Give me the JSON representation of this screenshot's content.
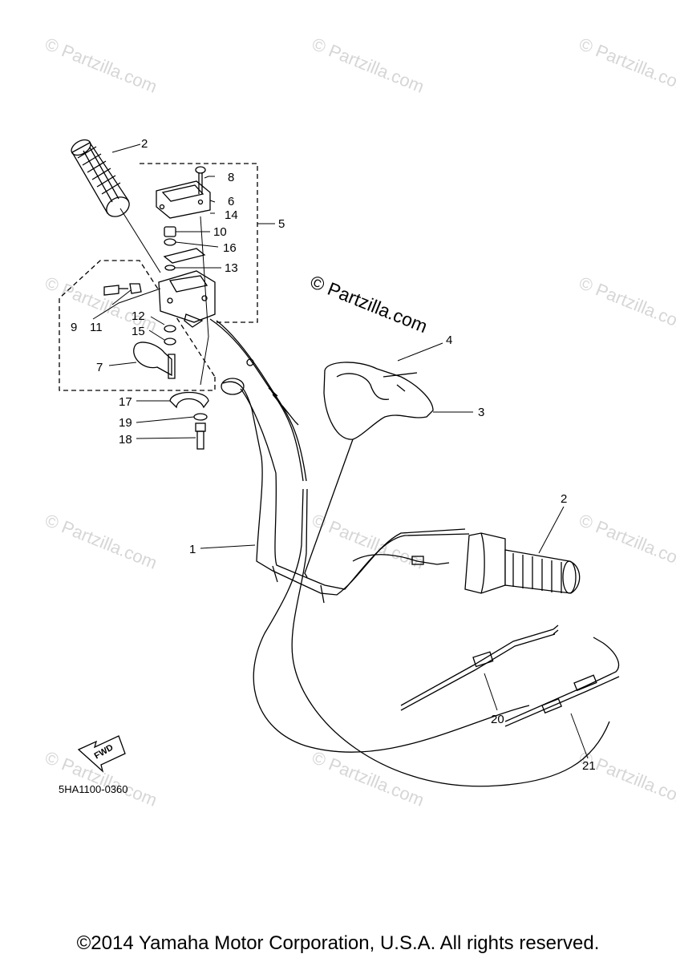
{
  "watermark": "© Partzilla.com",
  "watermark_main": "© Partzilla.com",
  "callouts": {
    "c1": "1",
    "c2a": "2",
    "c2b": "2",
    "c3": "3",
    "c4": "4",
    "c5": "5",
    "c6": "6",
    "c7": "7",
    "c8": "8",
    "c9": "9",
    "c10": "10",
    "c11": "11",
    "c12": "12",
    "c13": "13",
    "c14": "14",
    "c15": "15",
    "c16": "16",
    "c17": "17",
    "c18": "18",
    "c19": "19",
    "c20": "20",
    "c21": "21"
  },
  "fwd_label": "FWD",
  "diagram_code": "5HA1100-0360",
  "copyright": "©2014 Yamaha Motor Corporation, U.S.A. All rights reserved."
}
